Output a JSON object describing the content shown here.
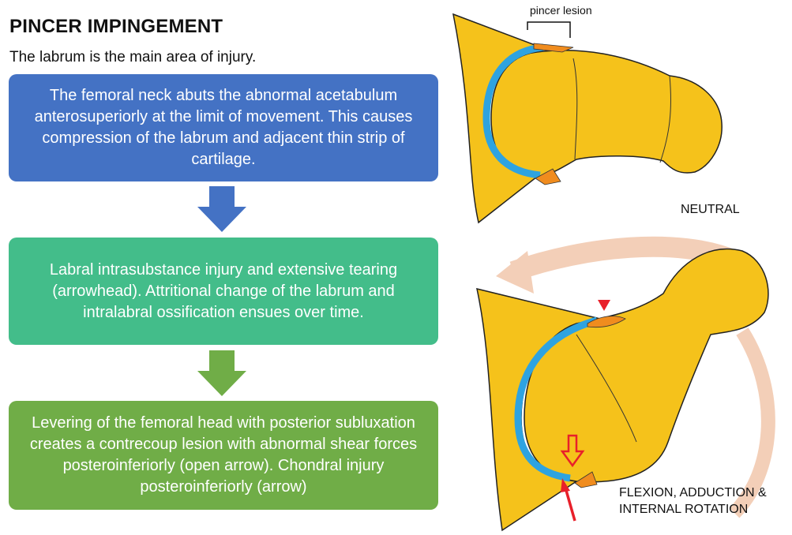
{
  "header": {
    "title": "PINCER IMPINGEMENT",
    "subtitle": "The labrum is the main area of injury."
  },
  "flow": {
    "boxes": [
      {
        "text": "The femoral neck abuts the abnormal acetabulum anterosuperiorly at the limit of movement. This causes compression of the labrum and adjacent thin strip of cartilage.",
        "color": "#4472c4"
      },
      {
        "text": "Labral intrasubstance injury and extensive tearing (arrowhead). Attritional change of the labrum and intralabral ossification ensues over time.",
        "color": "#43bd8a"
      },
      {
        "text": "Levering of the femoral head with posterior subluxation creates a contrecoup lesion with abnormal shear forces posteroinferiorly (open arrow). Chondral injury posteroinferiorly (arrow)",
        "color": "#70ad47"
      }
    ],
    "arrows": [
      {
        "color": "#4472c4"
      },
      {
        "color": "#70ad47"
      }
    ]
  },
  "diagram": {
    "pincer_label": "pincer lesion",
    "neutral_label": "NEUTRAL",
    "flexion_label_lines": [
      "FLEXION, ADDUCTION &",
      "INTERNAL ROTATION"
    ],
    "colors": {
      "bone": "#f5c21b",
      "cartilage": "#2ea3e0",
      "labrum": "#f08c1e",
      "motion_arc": "#f3cfb8",
      "injury": "#e8202a"
    }
  }
}
